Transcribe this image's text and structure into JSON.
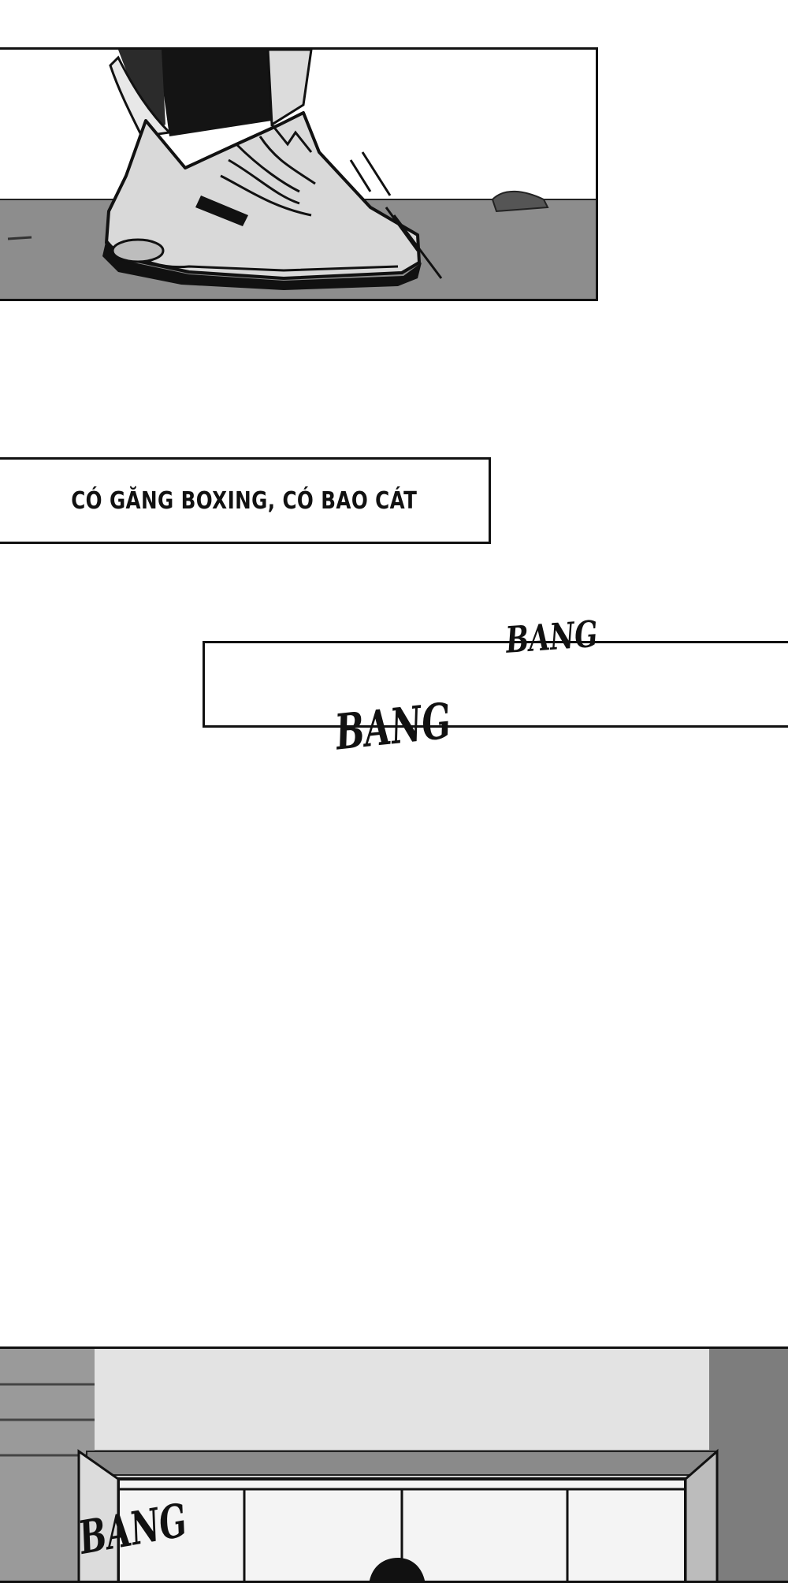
{
  "caption": {
    "text": "CÓ GĂNG BOXING, CÓ BAO CÁT"
  },
  "sfx": [
    "BANG",
    "BANG",
    "BANG"
  ]
}
